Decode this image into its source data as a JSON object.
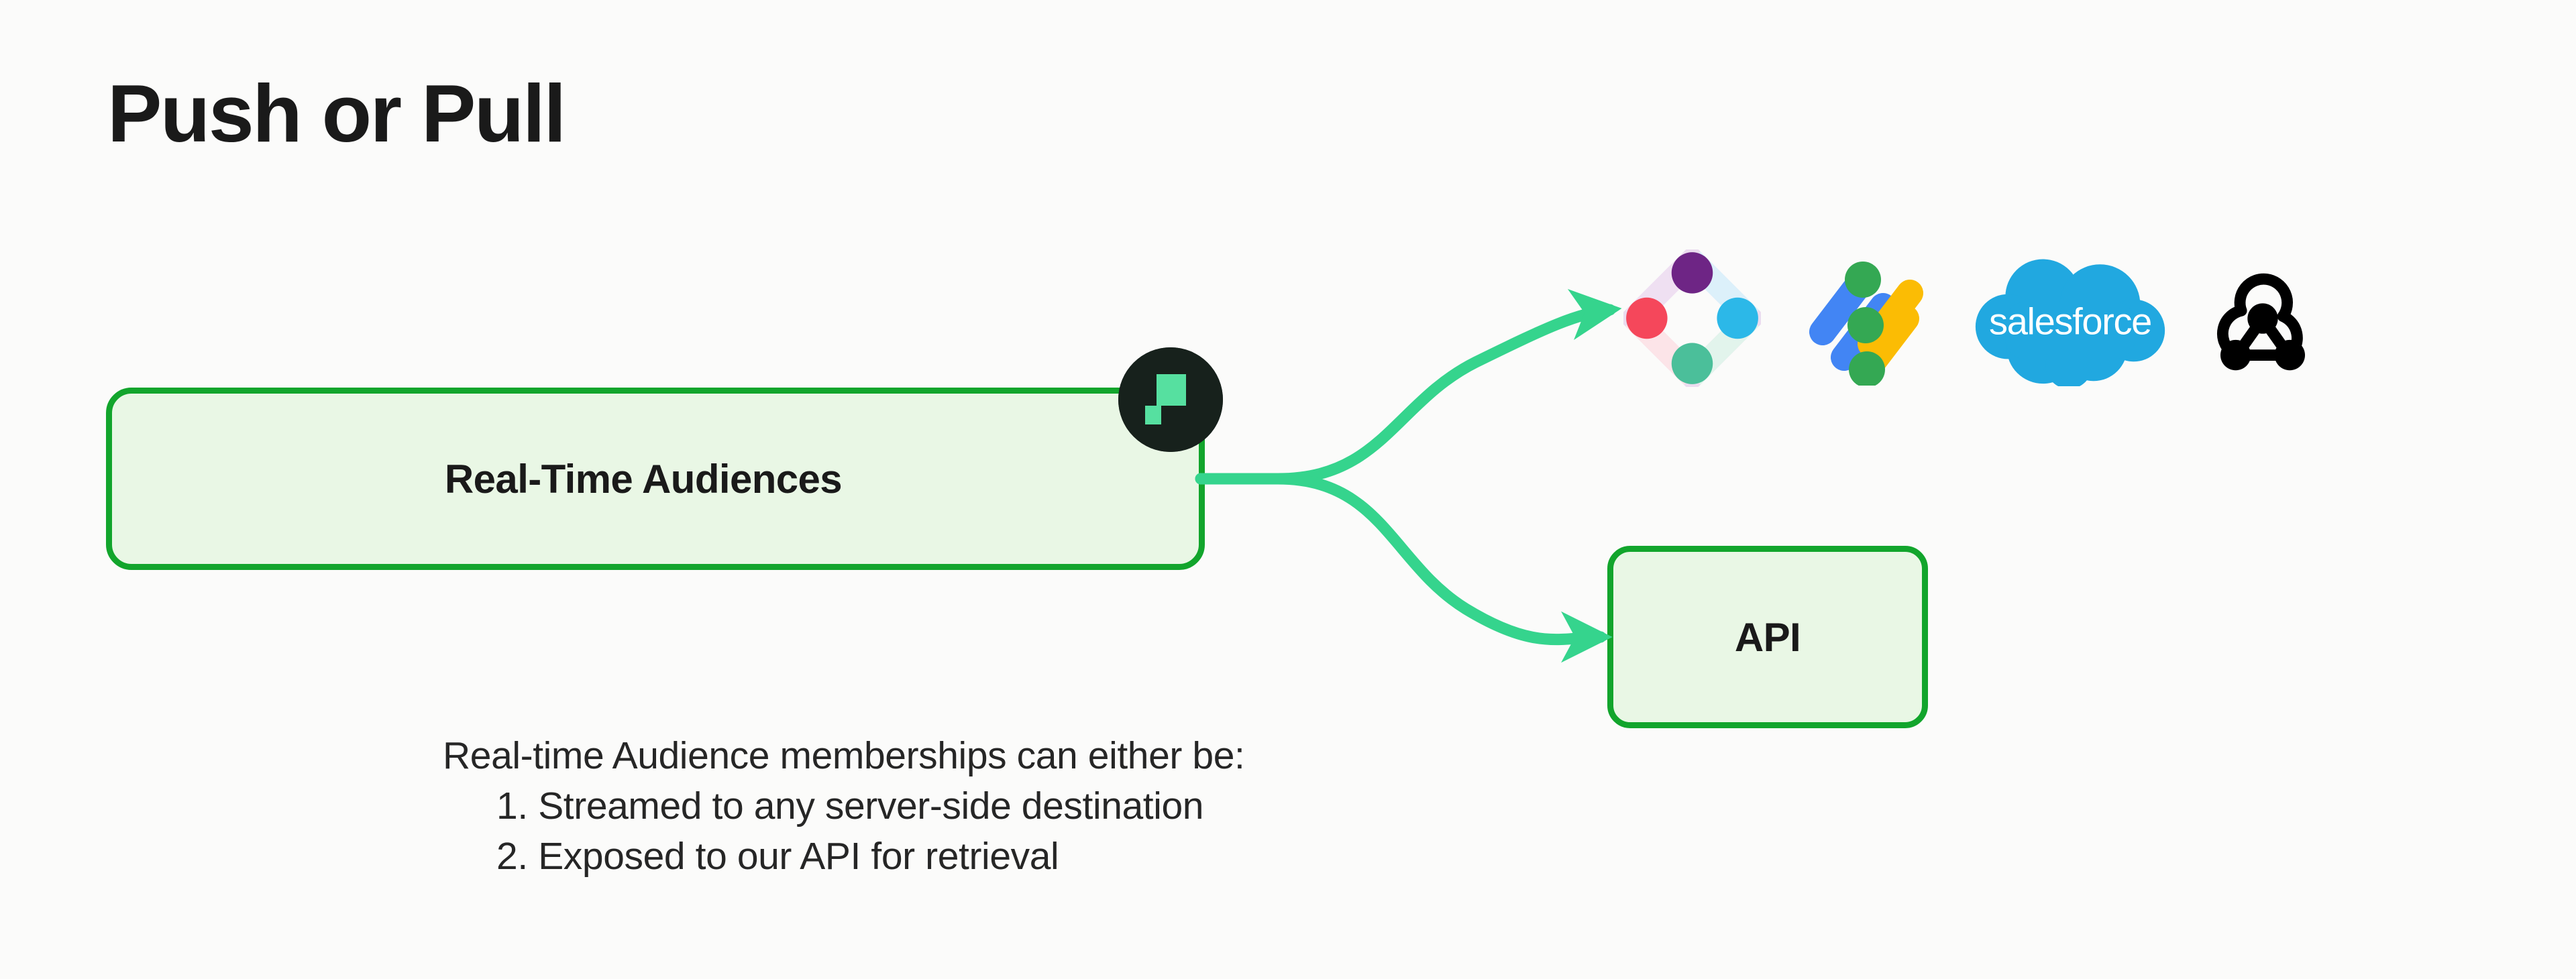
{
  "page": {
    "title": "Push or Pull",
    "background_color": "#FBFBFA"
  },
  "colors": {
    "box_border": "#12A52C",
    "box_fill": "#E9F7E5",
    "arrow": "#35D48D",
    "badge_bg": "#17211C",
    "badge_mark": "#56E0A0",
    "text": "#1A1A1A"
  },
  "nodes": [
    {
      "id": "real-time-audiences",
      "label": "Real-Time Audiences"
    },
    {
      "id": "api",
      "label": "API"
    }
  ],
  "source_node": {
    "label": "Real-Time Audiences",
    "badge_icon": "segment-logo-icon"
  },
  "target_node": {
    "label": "API"
  },
  "arrows": [
    {
      "id": "arrow-to-destinations",
      "from": "real-time-audiences",
      "to": "destinations"
    },
    {
      "id": "arrow-to-api",
      "from": "real-time-audiences",
      "to": "api"
    }
  ],
  "destinations": [
    {
      "id": "braze",
      "name": "Braze",
      "icon": "braze-logo-icon"
    },
    {
      "id": "google-marketing-platform",
      "name": "Google Marketing Platform",
      "icon": "google-ads-logo-icon"
    },
    {
      "id": "salesforce",
      "name": "Salesforce",
      "icon": "salesforce-logo-icon",
      "wordmark": "salesforce"
    },
    {
      "id": "webhook",
      "name": "Webhook",
      "icon": "webhook-icon"
    }
  ],
  "caption": {
    "heading": "Real-time Audience memberships can either be:",
    "items": [
      "Streamed to any server-side destination",
      "Exposed to our API for retrieval"
    ]
  }
}
